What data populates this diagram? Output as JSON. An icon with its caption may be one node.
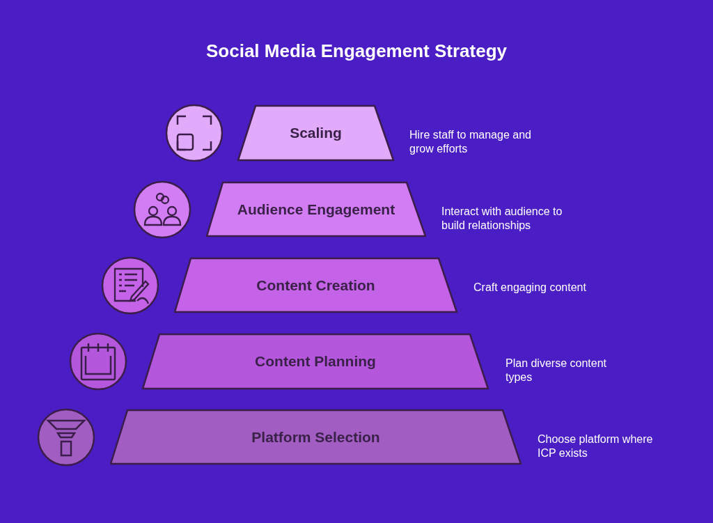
{
  "diagram": {
    "title": "Social Media Engagement Strategy",
    "nodes": [
      {
        "text": [
          "Scaling"
        ],
        "beside": [
          "Hire staff to manage and grow efforts"
        ]
      },
      {
        "text": [
          "Audience Engagement"
        ],
        "beside": [
          "Interact with audience to build relationships"
        ]
      },
      {
        "text": [
          "Content Creation"
        ],
        "beside": [
          "Craft engaging content"
        ]
      },
      {
        "text": [
          "Content Planning"
        ],
        "beside": [
          "Plan diverse content types"
        ]
      },
      {
        "text": [
          "Platform Selection"
        ],
        "beside": [
          "Choose platform where ICP exists"
        ]
      }
    ],
    "edges": []
  }
}
